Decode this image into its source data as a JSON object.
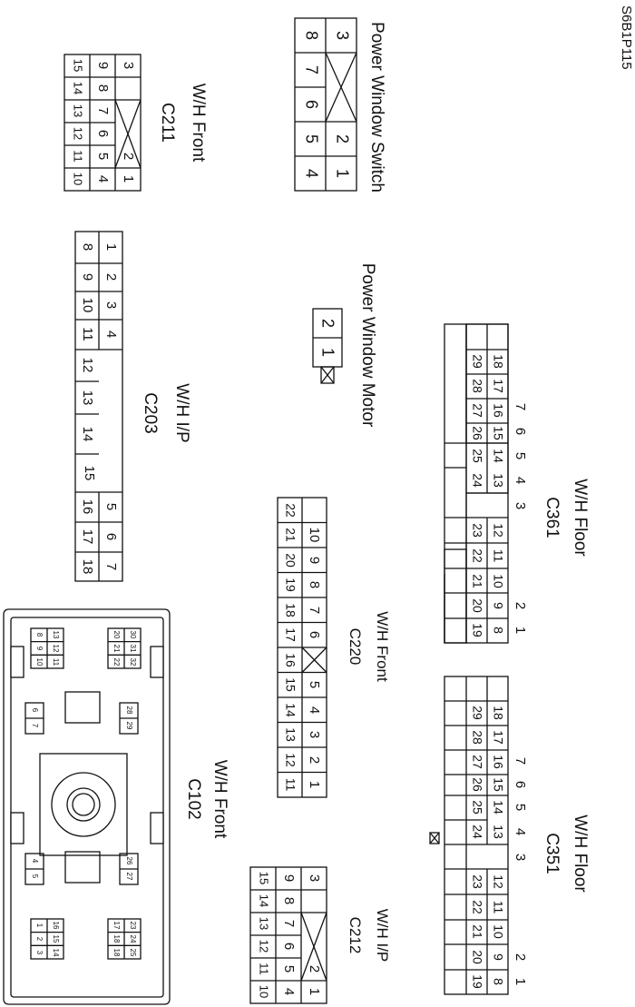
{
  "ref_code": "S6B1P115",
  "connectors": {
    "c211": {
      "id": "C211",
      "desc": "W/H Front",
      "rows": [
        [
          "1",
          "2",
          "",
          "",
          "",
          "3"
        ],
        [
          "4",
          "5",
          "6",
          "7",
          "8",
          "9"
        ],
        [
          "10",
          "11",
          "12",
          "13",
          "14",
          "15"
        ]
      ]
    },
    "c203": {
      "id": "C203",
      "desc": "W/H I/P",
      "row1": [
        "7",
        "6",
        "5",
        "15",
        "14",
        "13",
        "12",
        "4",
        "3",
        "2",
        "1"
      ],
      "row2": [
        "18",
        "17",
        "16",
        "11",
        "10",
        "9",
        "8"
      ]
    },
    "pwm": {
      "title": "Power Window Motor",
      "pins": [
        "1",
        "2"
      ]
    },
    "pws": {
      "title": "Power Window Switch",
      "rows": [
        [
          "1",
          "2",
          "",
          "3"
        ],
        [
          "4",
          "5",
          "6",
          "7",
          "8"
        ]
      ]
    },
    "c220": {
      "id": "C220",
      "desc": "W/H Front",
      "row1": [
        "1",
        "2",
        "3",
        "4",
        "5",
        "",
        "6",
        "7",
        "8",
        "9",
        "10"
      ],
      "row2": [
        "11",
        "12",
        "13",
        "14",
        "15",
        "16",
        "17",
        "18",
        "19",
        "20",
        "21",
        "22"
      ]
    },
    "c361": {
      "id": "C361",
      "desc": "W/H Floor",
      "row1": [
        "1",
        "2",
        "3",
        "4",
        "5",
        "6",
        "7"
      ],
      "row2": [
        "8",
        "9",
        "10",
        "11",
        "12",
        "13",
        "14",
        "15",
        "16",
        "17",
        "18"
      ],
      "row3": [
        "19",
        "20",
        "21",
        "22",
        "23",
        "24",
        "25",
        "26",
        "27",
        "28",
        "29"
      ]
    },
    "c102": {
      "id": "C102",
      "desc": "W/H Front",
      "blocks": [
        [
          "30",
          "31",
          "32",
          "20",
          "21",
          "22"
        ],
        [
          "13",
          "12",
          "11",
          "8",
          "9",
          "10"
        ],
        [
          "28",
          "29"
        ],
        [
          "6",
          "7"
        ],
        [
          "26",
          "27"
        ],
        [
          "4",
          "5"
        ],
        [
          "23",
          "24",
          "25",
          "17",
          "18",
          "18"
        ],
        [
          "16",
          "15",
          "14",
          "1",
          "2",
          "3"
        ]
      ]
    },
    "c212": {
      "id": "C212",
      "desc": "W/H I/P",
      "rows": [
        [
          "1",
          "2",
          "",
          "",
          "",
          "3"
        ],
        [
          "4",
          "5",
          "6",
          "7",
          "8",
          "9"
        ],
        [
          "10",
          "11",
          "12",
          "13",
          "14",
          "15"
        ]
      ]
    },
    "c351": {
      "id": "C351",
      "desc": "W/H Floor",
      "row1": [
        "1",
        "2",
        "3",
        "4",
        "5",
        "6",
        "7"
      ],
      "row2": [
        "8",
        "9",
        "10",
        "11",
        "12",
        "13",
        "14",
        "15",
        "16",
        "17",
        "18"
      ],
      "row3": [
        "19",
        "20",
        "21",
        "22",
        "23",
        "24",
        "25",
        "26",
        "27",
        "28",
        "29"
      ]
    }
  }
}
